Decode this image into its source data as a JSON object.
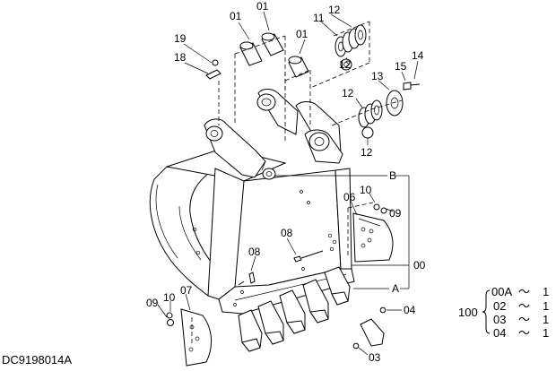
{
  "diagram": {
    "code": "DC9198014A",
    "callouts": {
      "p01a": "01",
      "p01b": "01",
      "p01c": "01",
      "p11": "11",
      "p12a": "12",
      "p12b": "12",
      "p12c": "12",
      "p12d": "12",
      "p13": "13",
      "p14": "14",
      "p15": "15",
      "p18": "18",
      "p19": "19",
      "p06": "06",
      "p10a": "10",
      "p09a": "09",
      "p08a": "08",
      "p08b": "08",
      "p07": "07",
      "p10b": "10",
      "p09b": "09",
      "p04": "04",
      "p03": "03",
      "p00": "00",
      "refA": "A",
      "refB": "B"
    },
    "kit": {
      "number": "100",
      "rows": [
        {
          "part": "00A",
          "sep": "～",
          "qty": "1"
        },
        {
          "part": "02",
          "sep": "～",
          "qty": "1"
        },
        {
          "part": "03",
          "sep": "～",
          "qty": "1"
        },
        {
          "part": "04",
          "sep": "～",
          "qty": "1"
        }
      ]
    }
  }
}
